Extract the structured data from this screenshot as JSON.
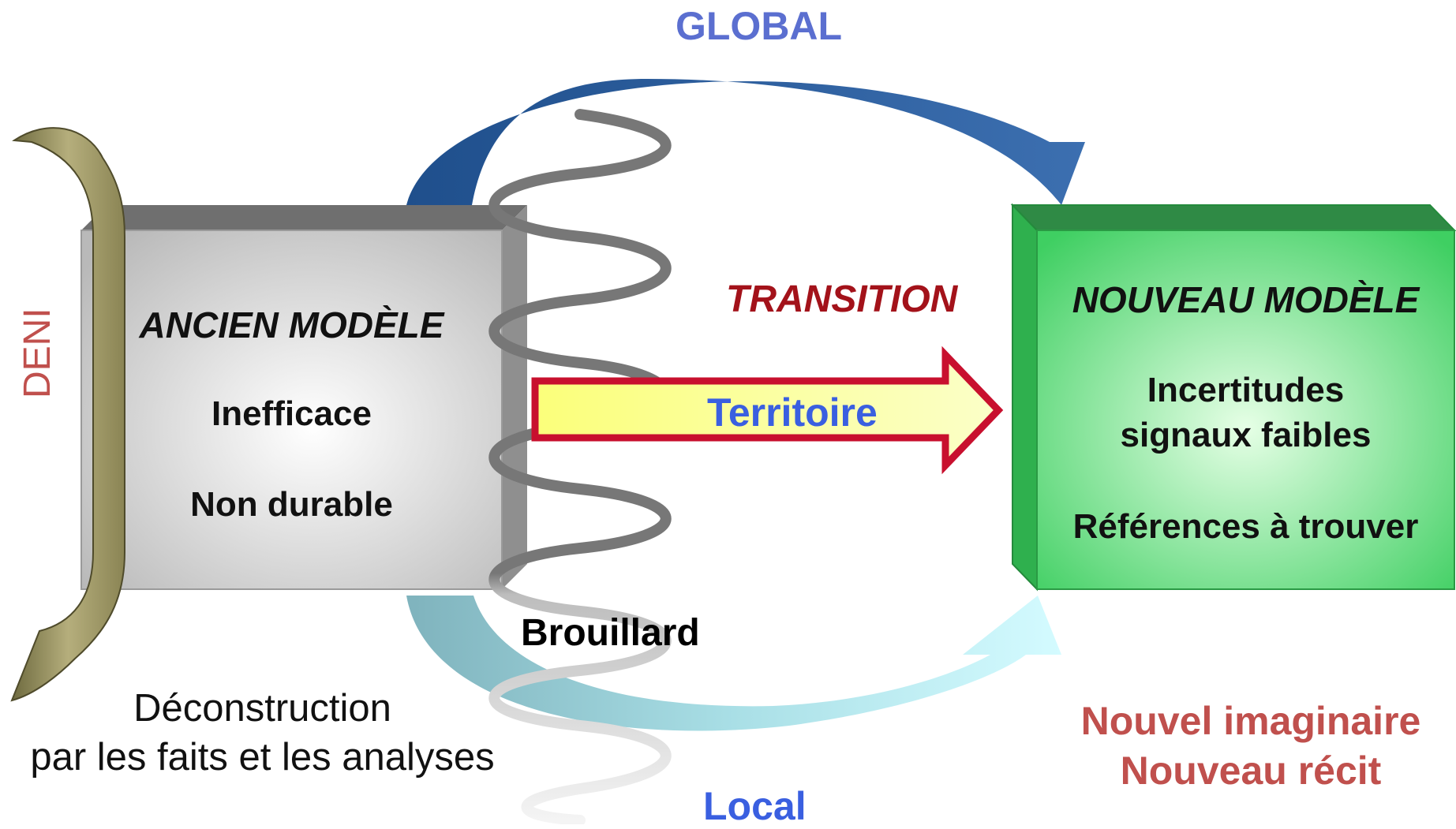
{
  "labels": {
    "global": "GLOBAL",
    "local": "Local",
    "transition": "TRANSITION",
    "territoire": "Territoire",
    "brouillard": "Brouillard",
    "deni": "DENI",
    "deconstruction_line1": "Déconstruction",
    "deconstruction_line2": "par les faits et les analyses",
    "nouvel_imaginaire": "Nouvel imaginaire",
    "nouveau_recit": "Nouveau récit"
  },
  "old_model": {
    "title": "ANCIEN MODÈLE",
    "line1": "Inefficace",
    "line2": "Non durable"
  },
  "new_model": {
    "title": "NOUVEAU MODÈLE",
    "line1": "Incertitudes",
    "line2": "signaux faibles",
    "line3": "Références à trouver"
  },
  "colors": {
    "global_text": "#5b6fd0",
    "local_text": "#3a5fe0",
    "transition_text": "#a3121a",
    "territoire_text": "#3a5fe0",
    "deni_text": "#c0504d",
    "imaginaire_text": "#c0504d",
    "old_box": "#c8c8c8",
    "new_box": "#4fd66a",
    "top_arrow": "#2f5f9e",
    "bottom_arrow": "#9fe6ef",
    "transition_arrow_fill": "#fbff9e",
    "transition_arrow_stroke": "#c8102e",
    "bracket": "#a39d6c"
  }
}
